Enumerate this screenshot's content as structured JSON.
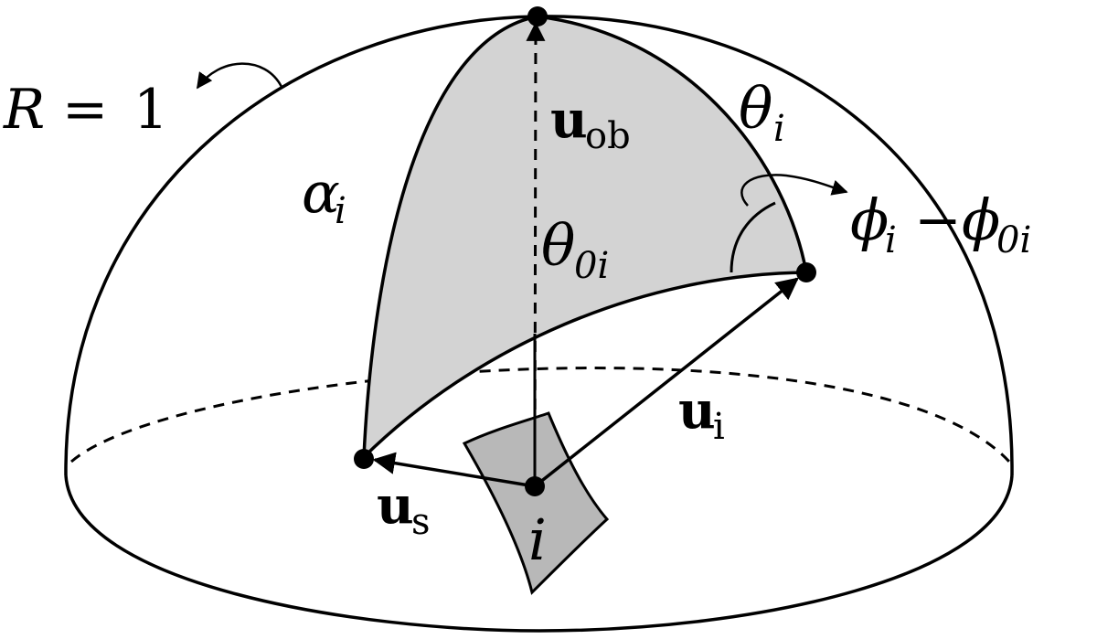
{
  "labels": {
    "radius": {
      "lhs": "R",
      "eq": "=",
      "rhs": "1"
    },
    "alpha": {
      "sym": "α",
      "sub": "i"
    },
    "theta": {
      "sym": "θ",
      "sub": "i"
    },
    "theta0": {
      "sym": "θ",
      "sub": "0i"
    },
    "phi_diff": {
      "sym1": "ϕ",
      "sub1": "i",
      "minus": "−",
      "sym2": "ϕ",
      "sub2": "0i"
    },
    "u_ob": {
      "sym": "u",
      "sub": "ob"
    },
    "u_i": {
      "sym": "u",
      "sub": "i"
    },
    "u_s": {
      "sym": "u",
      "sub": "s"
    },
    "patch": {
      "sym": "i"
    }
  },
  "colors": {
    "stroke": "#000000",
    "shaded_region": "#d3d3d3",
    "background": "#ffffff"
  }
}
